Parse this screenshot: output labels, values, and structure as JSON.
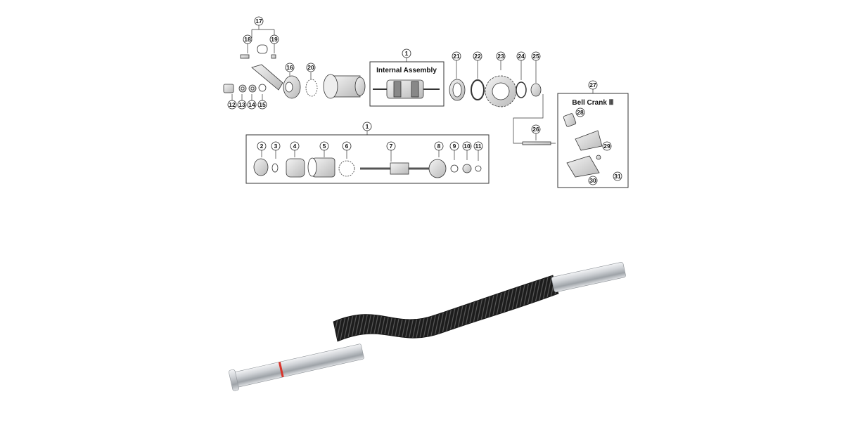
{
  "diagram": {
    "internal_assembly_label": "Internal Assembly",
    "bell_crank_label": "Bell Crank Ⅲ",
    "callouts": {
      "n1": "1",
      "n1b": "1",
      "n2": "2",
      "n3": "3",
      "n4": "4",
      "n5": "5",
      "n6": "6",
      "n7": "7",
      "n8": "8",
      "n9": "9",
      "n10": "10",
      "n11": "11",
      "n12": "12",
      "n13": "13",
      "n14": "14",
      "n15": "15",
      "n16": "16",
      "n17": "17",
      "n18": "18",
      "n19": "19",
      "n20": "20",
      "n21": "21",
      "n22": "22",
      "n23": "23",
      "n24": "24",
      "n25": "25",
      "n26": "26",
      "n27": "27",
      "n28": "28",
      "n29": "29",
      "n30": "30",
      "n31": "31"
    }
  },
  "colors": {
    "line": "#333333",
    "part_fill": "#dddddd",
    "rod_silver": "#c9ccd0",
    "spring_black": "#1c1c1c",
    "red_ring": "#d9342b"
  },
  "photo": {
    "subject": "push-rod-with-spring-icon"
  }
}
